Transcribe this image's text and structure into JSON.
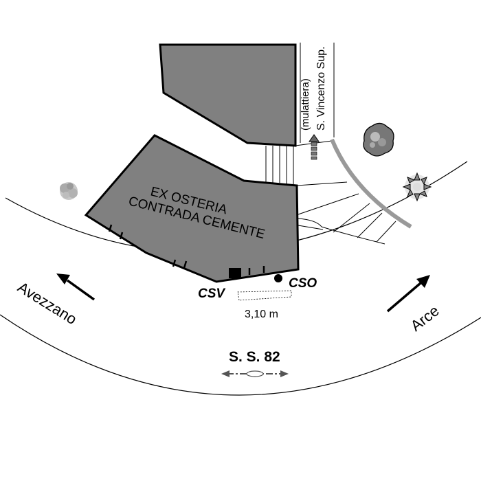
{
  "building": {
    "line1": "EX OSTERIA",
    "line2": "CONTRADA CEMENTE"
  },
  "path_label": {
    "line1": "(mulattiera)",
    "line2": "S. Vincenzo Sup."
  },
  "points": {
    "csv": "CSV",
    "cso": "CSO"
  },
  "distance": "3,10 m",
  "directions": {
    "left": "Avezzano",
    "right": "Arce"
  },
  "road": {
    "name": "S. S. 82"
  },
  "colors": {
    "building_fill": "#808080",
    "outline": "#000000",
    "vegetation_gray": "#9a9a9a",
    "path_gray": "#999999"
  },
  "icons": {
    "north_arrow": "dashed-arrow-up-icon",
    "tree_left": "shrub-icon",
    "tree_top_right": "tree-icon",
    "tree_right": "conifer-icon",
    "road_axis": "double-arrow-icon"
  }
}
